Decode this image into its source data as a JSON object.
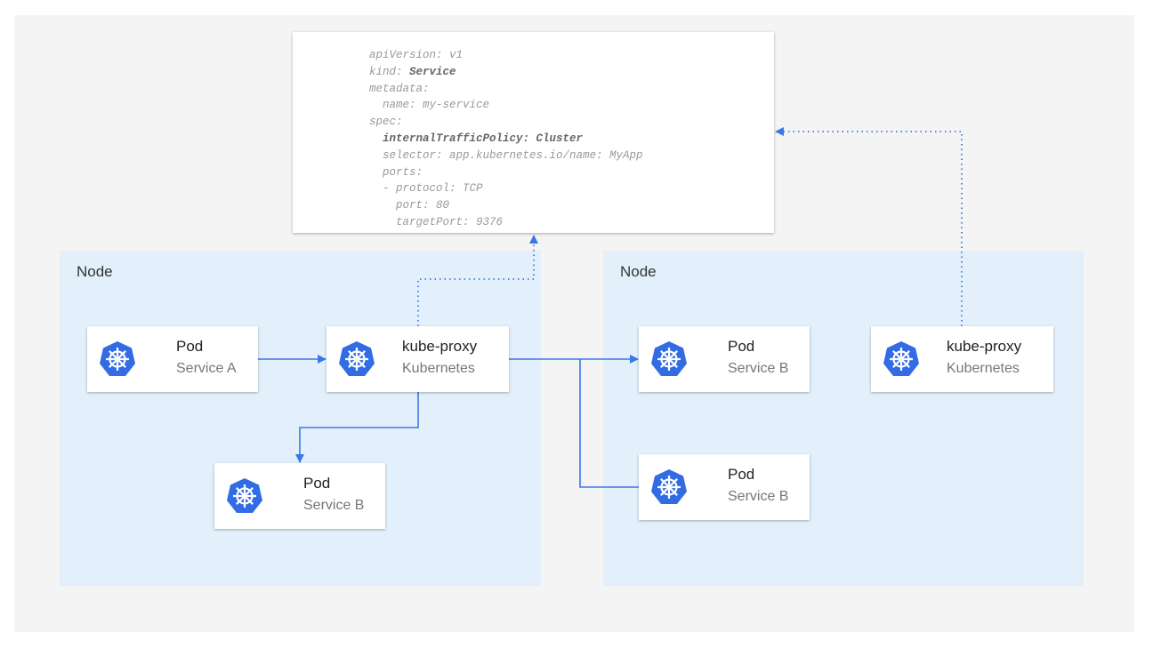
{
  "yaml": {
    "lines": [
      "apiVersion: v1",
      "kind: ",
      "metadata:",
      "  name: my-service",
      "spec:",
      "  internalTrafficPolicy: Cluster",
      "  selector: app.kubernetes.io/name: MyApp",
      "  ports:",
      "  - protocol: TCP",
      "    port: 80",
      "    targetPort: 9376"
    ],
    "kind_value": "Service"
  },
  "nodes": [
    {
      "label": "Node"
    },
    {
      "label": "Node"
    }
  ],
  "cards": [
    {
      "title": "Pod",
      "subtitle": "Service A",
      "icon": "kubernetes-icon"
    },
    {
      "title": "kube-proxy",
      "subtitle": "Kubernetes",
      "icon": "kubernetes-icon"
    },
    {
      "title": "Pod",
      "subtitle": "Service B",
      "icon": "kubernetes-icon"
    },
    {
      "title": "Pod",
      "subtitle": "Service B",
      "icon": "kubernetes-icon"
    },
    {
      "title": "kube-proxy",
      "subtitle": "Kubernetes",
      "icon": "kubernetes-icon"
    },
    {
      "title": "Pod",
      "subtitle": "Service B",
      "icon": "kubernetes-icon"
    }
  ],
  "colors": {
    "arrow": "#3b78e7",
    "kubernetes": "#326ce5",
    "node_bg": "#e3f0fc",
    "canvas": "#f4f4f4"
  }
}
